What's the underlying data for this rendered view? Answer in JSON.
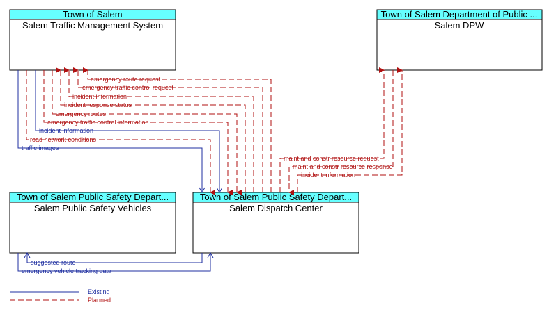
{
  "colors": {
    "existing": "#1f2fa0",
    "planned": "#b01010",
    "header_fill": "#66ffff"
  },
  "nodes": {
    "stms": {
      "owner": "Town of Salem",
      "name": "Salem Traffic Management System"
    },
    "dpw": {
      "owner": "Town of Salem Department of Public ...",
      "name": "Salem DPW"
    },
    "vehicles": {
      "owner": "Town of Salem Public Safety Depart...",
      "name": "Salem Public Safety Vehicles"
    },
    "dispatch": {
      "owner": "Town of Salem Public Safety Depart...",
      "name": "Salem Dispatch Center"
    }
  },
  "flows": {
    "emergency_route_request": "emergency route request",
    "emergency_traffic_control_request": "emergency traffic control request",
    "incident_information_planned": "incident information",
    "incident_response_status": "incident response status",
    "emergency_routes": "emergency routes",
    "emergency_traffic_control_information": "emergency traffic control information",
    "incident_information_existing": "incident information",
    "road_network_conditions": "road network conditions",
    "traffic_images": "traffic images",
    "maint_constr_resource_request": "maint and constr resource request",
    "maint_constr_resource_response": "maint and constr resource response",
    "incident_information_dpw": "incident information",
    "suggested_route": "suggested route",
    "emergency_vehicle_tracking_data": "emergency vehicle tracking data"
  },
  "legend": {
    "existing": "Existing",
    "planned": "Planned"
  }
}
